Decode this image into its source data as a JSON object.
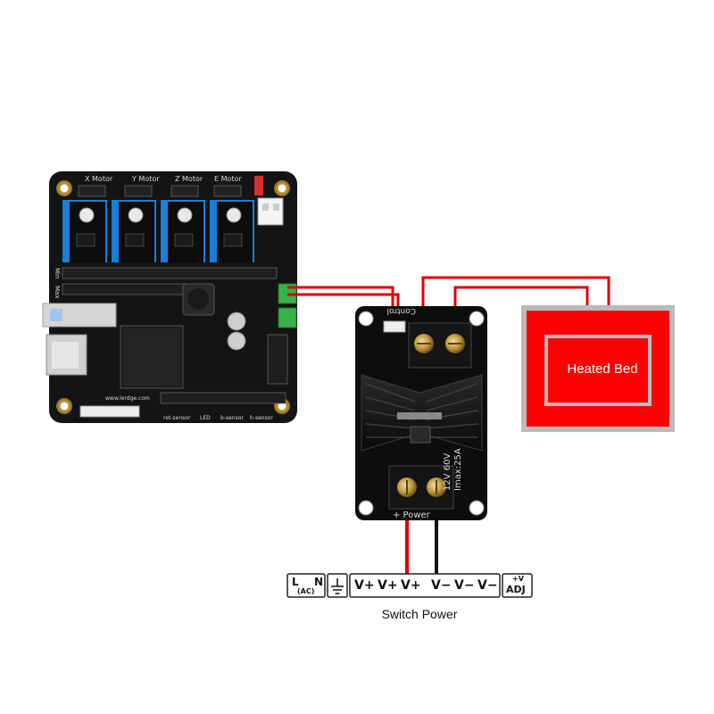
{
  "board": {
    "motor_labels": [
      "X Motor",
      "Y Motor",
      "Z Motor",
      "E Motor"
    ],
    "side_labels": [
      "Max",
      "Min"
    ],
    "website": "www.lerdge.com",
    "sensor_labels": [
      "ret-sensor",
      "LED",
      "b-sensor",
      "h-sensor"
    ]
  },
  "mosfet": {
    "control_label": "Control",
    "power_label": "+ Power",
    "rating_line1": "12V 60V",
    "rating_line2": "Imax:25A"
  },
  "heated_bed": {
    "label": "Heated Bed",
    "color": "#ff0000"
  },
  "psu": {
    "terminals": [
      "L",
      "N",
      "(AC)",
      "V+",
      "V+",
      "V+",
      "V−",
      "V−",
      "V−",
      "+V",
      "ADJ"
    ],
    "caption": "Switch Power"
  },
  "wires": {
    "signal_color": "#e00000",
    "positive_color": "#e00000",
    "negative_color": "#111111"
  }
}
